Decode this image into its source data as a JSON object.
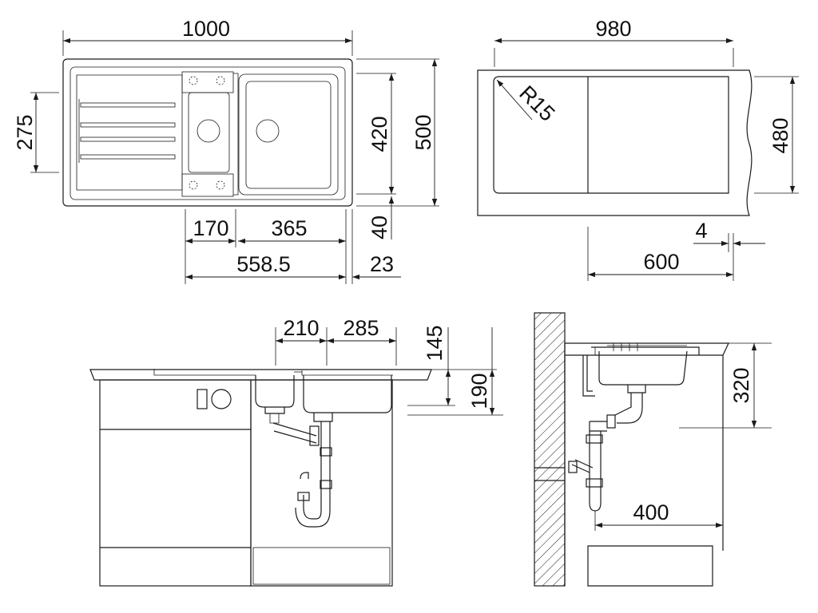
{
  "labels": {
    "top_view": {
      "overall_width": "1000",
      "drainer_depth": "275",
      "bowl_depth": "420",
      "overall_depth": "500",
      "small_bowl_width": "170",
      "main_bowl_width": "365",
      "rear_offset": "40",
      "edge_to_edge": "558.5",
      "side_margin": "23"
    },
    "cutout_view": {
      "cutout_width": "980",
      "cutout_depth": "480",
      "corner_radius": "R15",
      "min_cabinet": "600",
      "edge_gap": "4"
    },
    "front_view": {
      "small_bowl_spacing": "210",
      "main_bowl_spacing": "285",
      "small_bowl_height": "145",
      "main_bowl_height": "190"
    },
    "side_view": {
      "install_height": "320",
      "waste_spacing": "400"
    }
  }
}
